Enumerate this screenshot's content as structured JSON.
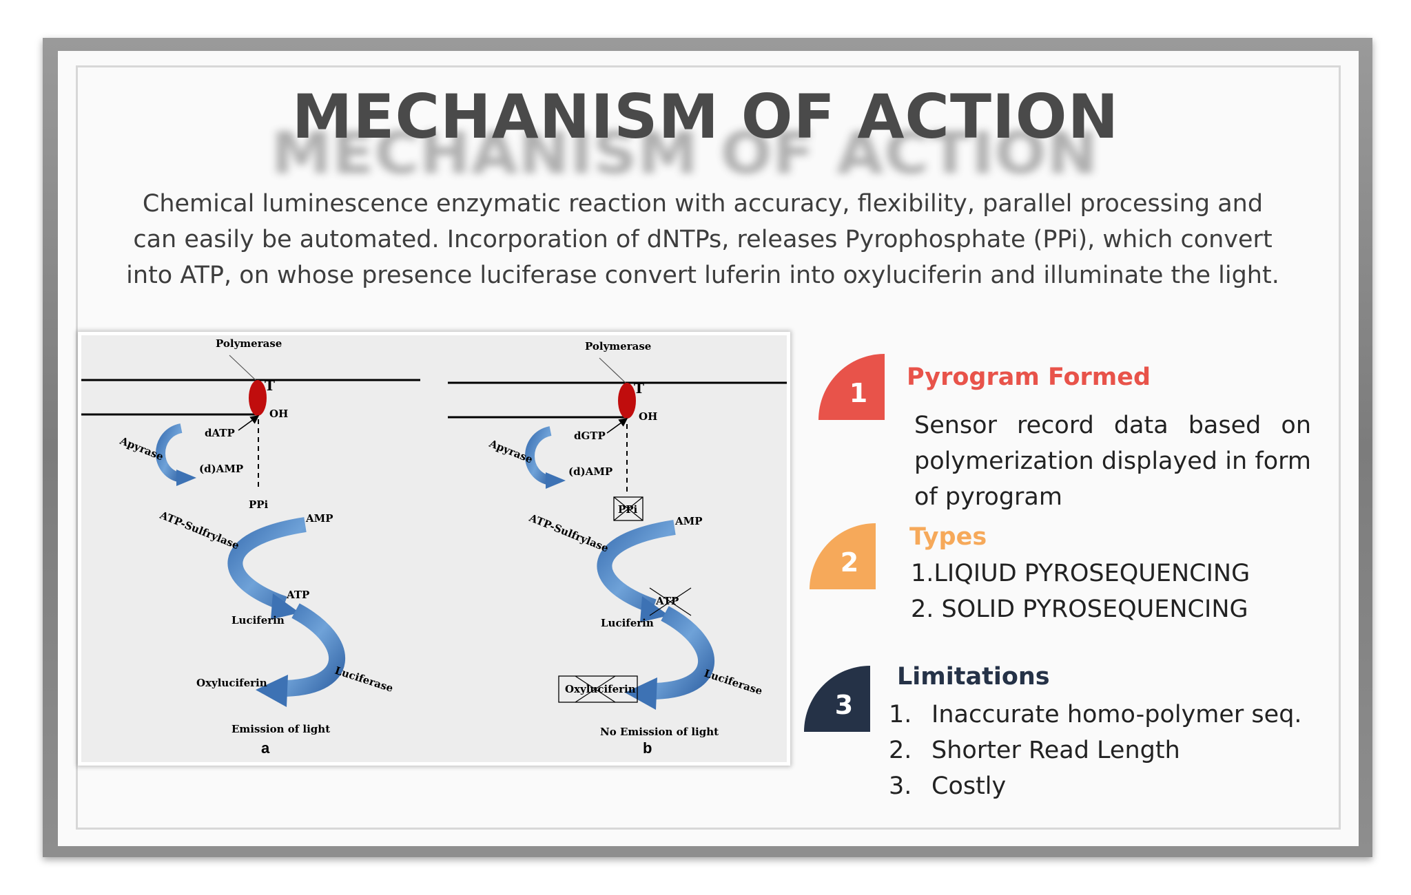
{
  "slide": {
    "title": "MECHANISM OF ACTION",
    "intro": "Chemical luminescence enzymatic reaction with accuracy, flexibility, parallel processing and can easily be automated. Incorporation of dNTPs, releases Pyrophosphate (PPi), which convert into ATP, on whose presence luciferase convert luferin into oxyluciferin and illuminate the light."
  },
  "diagram": {
    "panel_a": {
      "polymerase": "Polymerase",
      "t": "T",
      "oh": "OH",
      "nucleotide": "dATP",
      "amp_d": "(d)AMP",
      "apyrase": "Apyrase",
      "ppi": "PPi",
      "amp": "AMP",
      "sulfurylase": "ATP-Sulfrylase",
      "atp": "ATP",
      "luciferin": "Luciferin",
      "luciferase": "Luciferase",
      "oxyluciferin": "Oxyluciferin",
      "emission": "Emission of light",
      "letter": "a"
    },
    "panel_b": {
      "polymerase": "Polymerase",
      "t": "T",
      "oh": "OH",
      "nucleotide": "dGTP",
      "amp_d": "(d)AMP",
      "apyrase": "Apyrase",
      "ppi": "PPi",
      "amp": "AMP",
      "sulfurylase": "ATP-Sulfrylase",
      "atp": "ATP",
      "luciferin": "Luciferin",
      "luciferase": "Luciferase",
      "oxyluciferin": "Oxyluciferin",
      "emission": "No Emission of light",
      "letter": "b"
    }
  },
  "points": [
    {
      "number": "1",
      "heading": "Pyrogram Formed",
      "text": "Sensor record data based on polymerization displayed in form of pyrogram",
      "color": "#e8534a"
    },
    {
      "number": "2",
      "heading": "Types",
      "items": [
        "1.LIQIUD PYROSEQUENCING",
        "2. SOLID PYROSEQUENCING"
      ],
      "color": "#f6a95a"
    },
    {
      "number": "3",
      "heading": "Limitations",
      "items": [
        {
          "num": "1.",
          "text": "Inaccurate homo-polymer seq."
        },
        {
          "num": "2.",
          "text": "Shorter Read Length"
        },
        {
          "num": "3.",
          "text": "Costly"
        }
      ],
      "color": "#253247"
    }
  ]
}
